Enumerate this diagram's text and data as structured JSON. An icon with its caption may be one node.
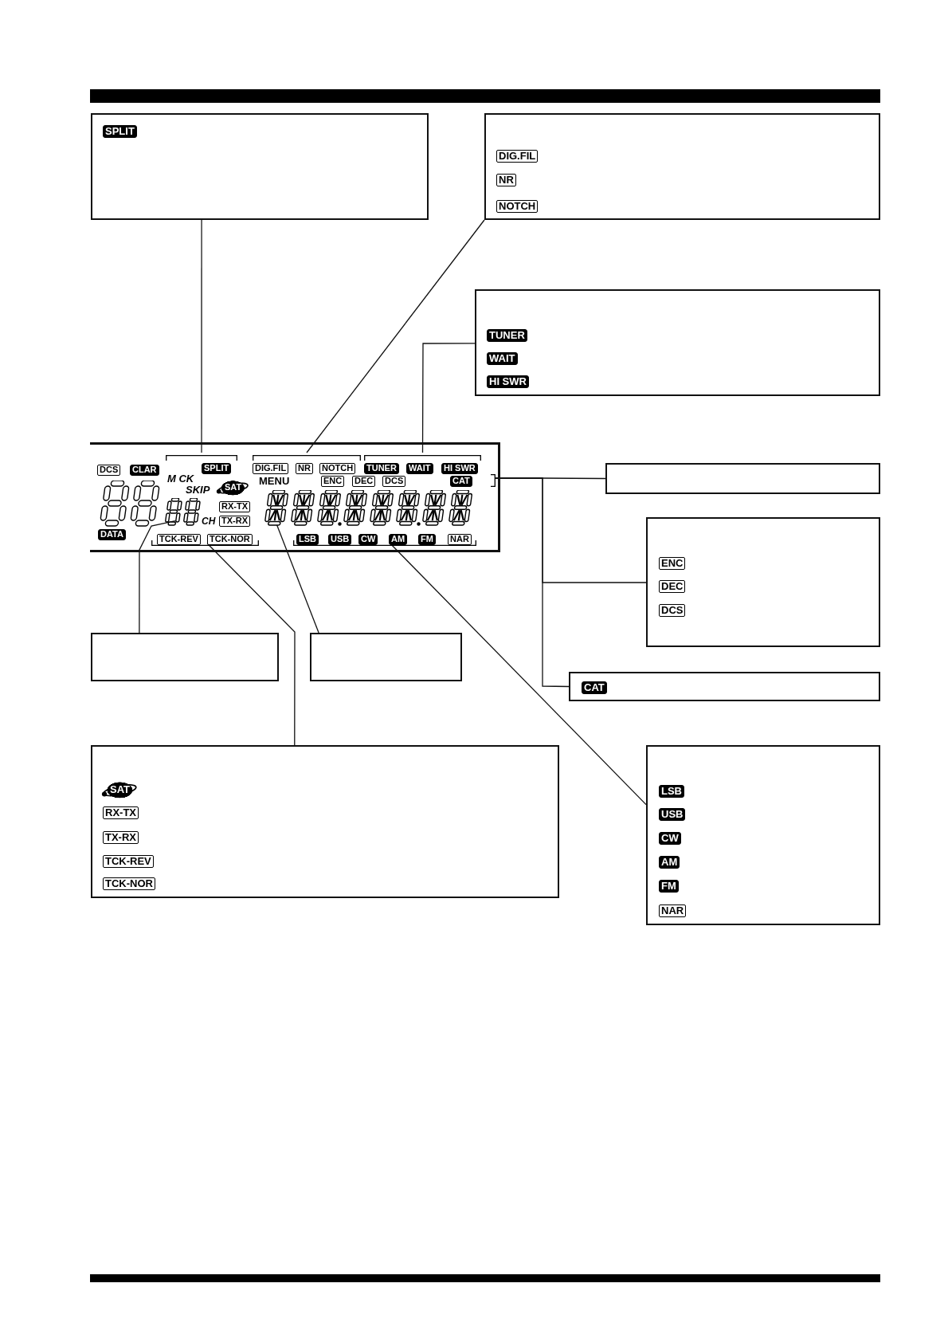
{
  "diagram": {
    "nodes": [
      {
        "text": [
          "SPLIT"
        ]
      },
      {
        "text": [
          "DIG.FIL",
          "NR",
          "NOTCH"
        ]
      },
      {
        "text": [
          "TUNER",
          "WAIT",
          "HI SWR"
        ]
      },
      {
        "text": [
          "DCS",
          "CLAR",
          "M CK",
          "SKIP",
          "SAT",
          "RX-TX",
          "TX-RX",
          "MENU",
          "CH",
          "DATA"
        ]
      },
      {
        "text": [
          "SPLIT"
        ],
        "in": 3
      },
      {
        "text": [
          "DIG.FIL",
          "NR",
          "NOTCH"
        ],
        "in": 3
      },
      {
        "text": [
          "TUNER",
          "WAIT",
          "HI SWR"
        ],
        "in": 3
      },
      {
        "text": [
          "ENC",
          "DEC",
          "DCS",
          "CAT"
        ],
        "in": 3
      },
      {
        "text": [],
        "shape": "display",
        "in": 3
      },
      {
        "text": [],
        "shape": "display",
        "in": 3
      },
      {
        "text": [
          "TCK-REV",
          "TCK-NOR"
        ],
        "in": 3
      },
      {
        "text": [
          "LSB",
          "USB",
          "CW",
          "AM",
          "FM",
          "NAR"
        ],
        "in": 3
      },
      {
        "text": [],
        "shape": "box"
      },
      {
        "text": [
          "ENC",
          "DEC",
          "DCS"
        ]
      },
      {
        "text": [
          "CAT"
        ]
      },
      {
        "text": [],
        "shape": "box"
      },
      {
        "text": [],
        "shape": "box"
      },
      {
        "text": [
          "SAT",
          "RX-TX",
          "TX-RX",
          "TCK-REV",
          "TCK-NOR"
        ]
      },
      {
        "text": [
          "LSB",
          "USB",
          "CW",
          "AM",
          "FM",
          "NAR"
        ]
      }
    ],
    "edges": [
      {
        "from": 0,
        "to": 4,
        "arrow": "none"
      },
      {
        "from": 1,
        "to": 5,
        "arrow": "none"
      },
      {
        "from": 2,
        "to": 6,
        "arrow": "none"
      },
      {
        "from": 7,
        "to": 12,
        "arrow": "none"
      },
      {
        "from": 7,
        "to": 13,
        "arrow": "none"
      },
      {
        "from": 7,
        "to": 14,
        "arrow": "none"
      },
      {
        "from": 8,
        "to": 15,
        "arrow": "none"
      },
      {
        "from": 9,
        "to": 16,
        "arrow": "none"
      },
      {
        "from": 10,
        "to": 17,
        "arrow": "none"
      },
      {
        "from": 11,
        "to": 18,
        "arrow": "none"
      }
    ]
  }
}
